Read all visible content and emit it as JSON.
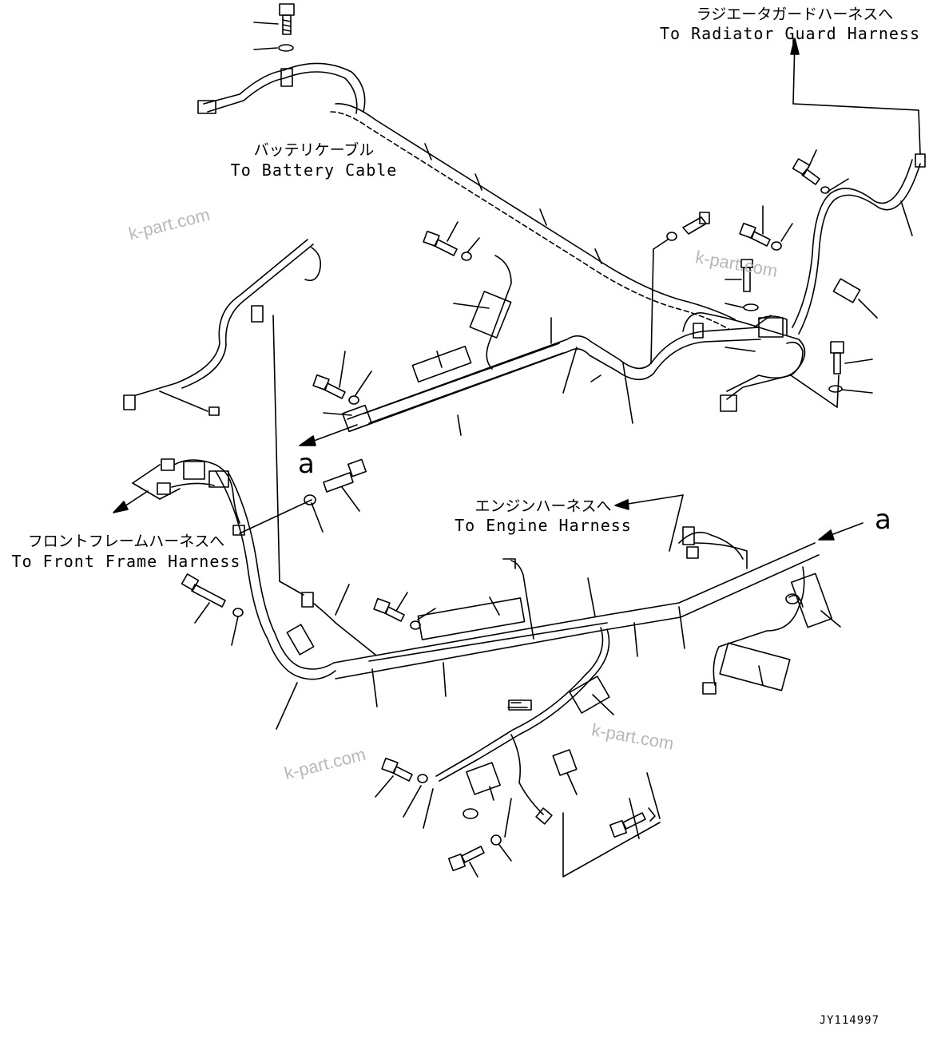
{
  "labels": {
    "radiator_jp": "ラジエータガードハーネスへ",
    "radiator_en": "To Radiator Guard Harness",
    "battery_jp": "バッテリケーブル",
    "battery_en": "To Battery Cable",
    "engine_jp": "エンジンハーネスへ",
    "engine_en": "To Engine Harness",
    "front_jp": "フロントフレームハーネスへ",
    "front_en": "To Front Frame Harness"
  },
  "callouts": {
    "a_left": "a",
    "a_right": "a"
  },
  "watermark": "k-part.com",
  "drawing_number": "JY114997",
  "colors": {
    "line": "#000000",
    "background": "#ffffff",
    "watermark": "#b8b8b8"
  }
}
